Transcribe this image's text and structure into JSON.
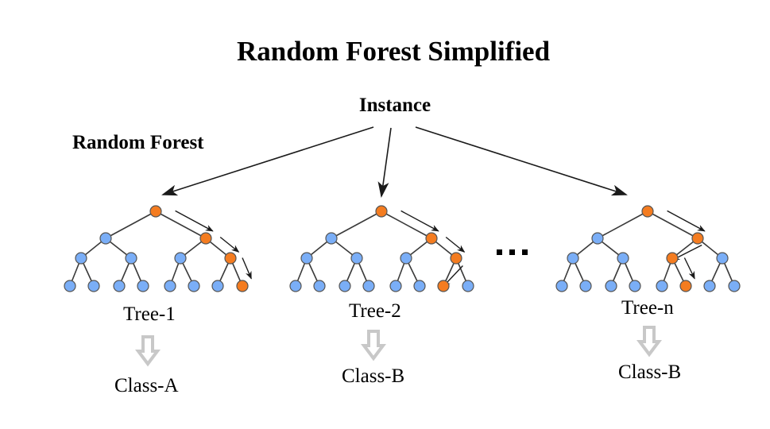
{
  "title": "Random Forest Simplified",
  "instance_label": "Instance",
  "forest_label": "Random Forest",
  "ellipsis": "...",
  "colors": {
    "node_default": "#7aaef7",
    "node_path": "#f47c20",
    "node_stroke": "#555555",
    "edge": "#3a3a3a",
    "arrow": "#1a1a1a",
    "class_arrow": "#c8c8c8"
  },
  "trees": [
    {
      "name": "Tree-1",
      "class": "Class-A",
      "decision_path": [
        "root",
        "R",
        "RR",
        "RRR"
      ]
    },
    {
      "name": "Tree-2",
      "class": "Class-B",
      "decision_path": [
        "root",
        "R",
        "RR",
        "RRL"
      ]
    },
    {
      "name": "Tree-n",
      "class": "Class-B",
      "decision_path": [
        "root",
        "R",
        "RL",
        "RLR"
      ]
    }
  ]
}
